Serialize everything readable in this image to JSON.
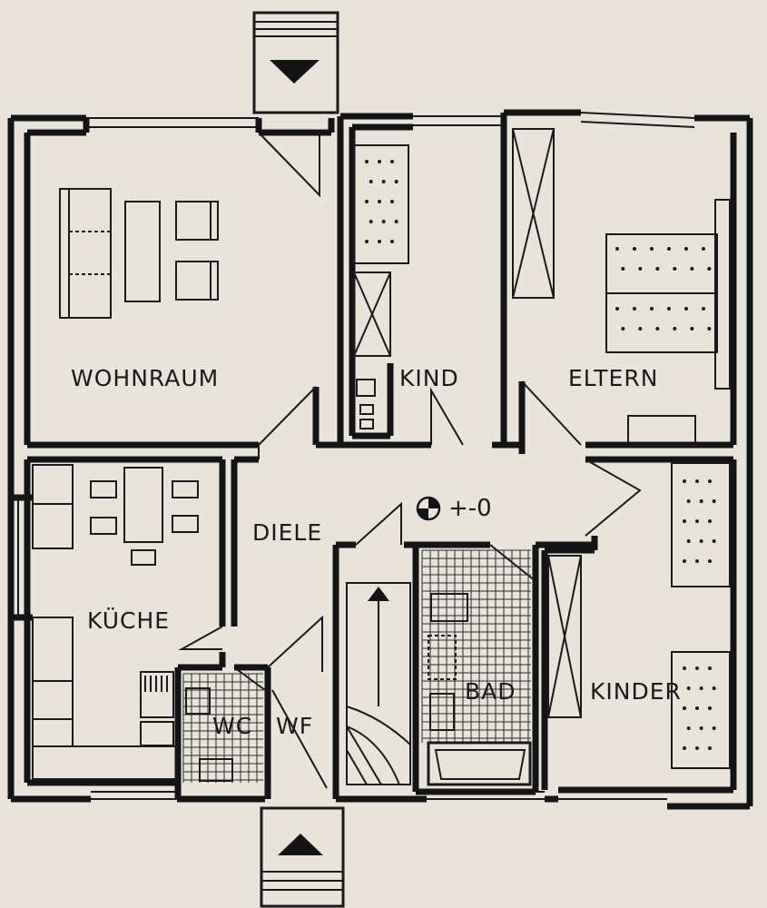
{
  "rooms": {
    "wohnraum": "WOHNRAUM",
    "kind": "KIND",
    "eltern": "ELTERN",
    "diele": "DIELE",
    "kueche": "KÜCHE",
    "wc": "WC",
    "wf": "WF",
    "bad": "BAD",
    "kinder": "KINDER"
  },
  "level_marker": "+-0",
  "icons": {
    "entrance_arrow_top": "triangle-down",
    "entrance_arrow_bottom": "triangle-up",
    "stair_arrow": "triangle-up",
    "level_symbol": "quartered-circle"
  },
  "colors": {
    "paper": "#e9e4db",
    "ink": "#141414"
  }
}
